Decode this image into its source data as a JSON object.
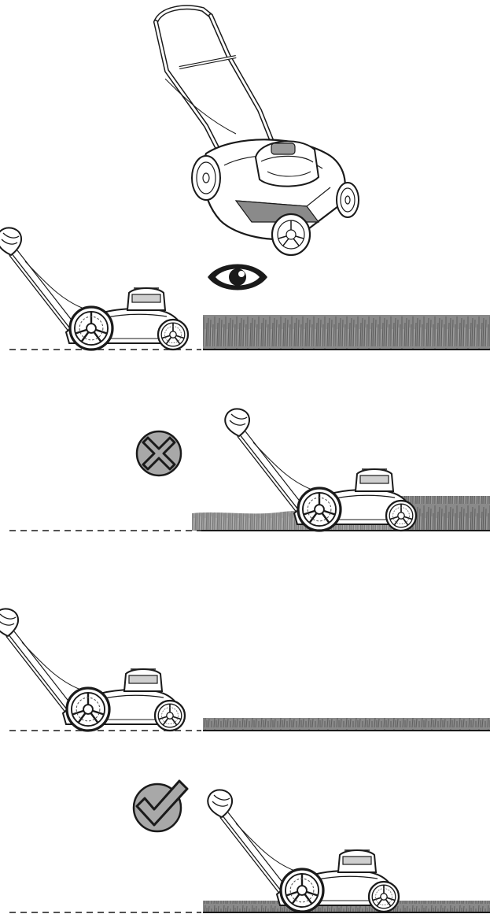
{
  "figure": {
    "panels": [
      {
        "id": "overview",
        "content": "lawn-mower-overview"
      },
      {
        "id": "inspect",
        "symbol": "eye-icon",
        "grass": "tall"
      },
      {
        "id": "wrong",
        "symbol": "cross-icon",
        "grass": "tall-uncut-heavy"
      },
      {
        "id": "mowed",
        "symbol": "none",
        "grass": "short"
      },
      {
        "id": "correct",
        "symbol": "check-icon",
        "grass": "short"
      }
    ],
    "colors": {
      "line": "#1a1a1a",
      "grass": "#8a8a8a",
      "grass_dark": "#6a6a6a",
      "badge_fill": "#a8a8a8",
      "background": "#ffffff"
    }
  }
}
